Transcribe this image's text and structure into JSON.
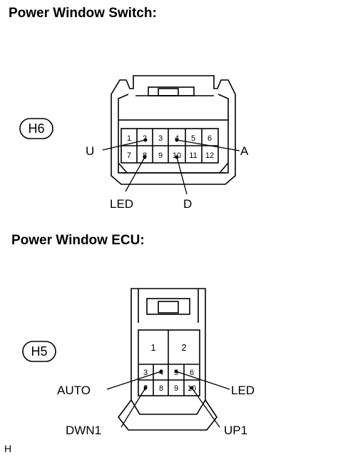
{
  "headings": {
    "switch": "Power Window Switch:",
    "ecu": "Power Window ECU:"
  },
  "footer": "H",
  "switch_connector": {
    "badge": "H6",
    "pins_top": [
      "1",
      "2",
      "3",
      "4",
      "5",
      "6"
    ],
    "pins_bottom": [
      "7",
      "8",
      "9",
      "10",
      "11",
      "12"
    ],
    "labels": {
      "u": "U",
      "a": "A",
      "led": "LED",
      "d": "D"
    }
  },
  "ecu_connector": {
    "badge": "H5",
    "pins_big": [
      "1",
      "2"
    ],
    "pins_mid": [
      "3",
      "4",
      "5",
      "6"
    ],
    "pins_low": [
      "7",
      "8",
      "9",
      "10"
    ],
    "labels": {
      "auto": "AUTO",
      "led": "LED",
      "dwn1": "DWN1",
      "up1": "UP1"
    }
  }
}
